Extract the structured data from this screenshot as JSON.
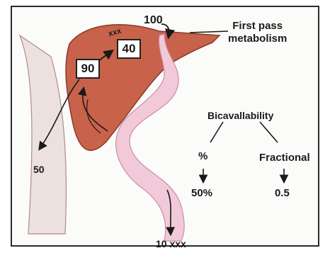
{
  "diagram": {
    "dose": "100",
    "liver_annotation": "xxx",
    "liver_inner": "40",
    "portal_value": "90",
    "systemic_value": "50",
    "first_pass_label": "First pass\nmetabolism",
    "bioavailability_label": "Bicavallability",
    "percent_label": "%",
    "fractional_label": "Fractional",
    "percent_value": "50%",
    "fractional_value": "0.5",
    "excreted_label": "10 xxx"
  },
  "colors": {
    "liver": "#c8624a",
    "intestine": "#efc6d5",
    "vessel": "#e8d7d4",
    "ink": "#1a1a1a"
  }
}
